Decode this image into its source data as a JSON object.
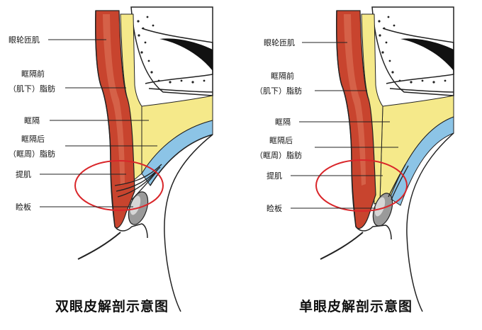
{
  "left": {
    "labels": {
      "orbicularis": "眼轮匝肌",
      "preseptal_line1": "眶隔前",
      "preseptal_line2": "（肌下）脂肪",
      "septum": "眶隔",
      "postseptal_line1": "眶隔后",
      "postseptal_line2": "（眶周）脂肪",
      "levator": "提肌",
      "tarsus": "睑板"
    },
    "caption": "双眼皮解剖示意图"
  },
  "right": {
    "labels": {
      "orbicularis": "眼轮匝肌",
      "preseptal_line1": "眶隔前",
      "preseptal_line2": "（肌下）脂肪",
      "septum": "眶隔",
      "postseptal_line1": "眶隔后",
      "postseptal_line2": "（眶周）脂肪",
      "levator": "提肌",
      "tarsus": "睑板"
    },
    "caption": "单眼皮解剖示意图"
  },
  "colors": {
    "muscle": "#c8442e",
    "muscle_light": "#e89a7c",
    "fat_yellow": "#f5e98a",
    "fat_blue": "#8cc4e6",
    "tarsus_gray": "#9a9a9a",
    "circle_red": "#d9262a",
    "outline": "#222222"
  }
}
